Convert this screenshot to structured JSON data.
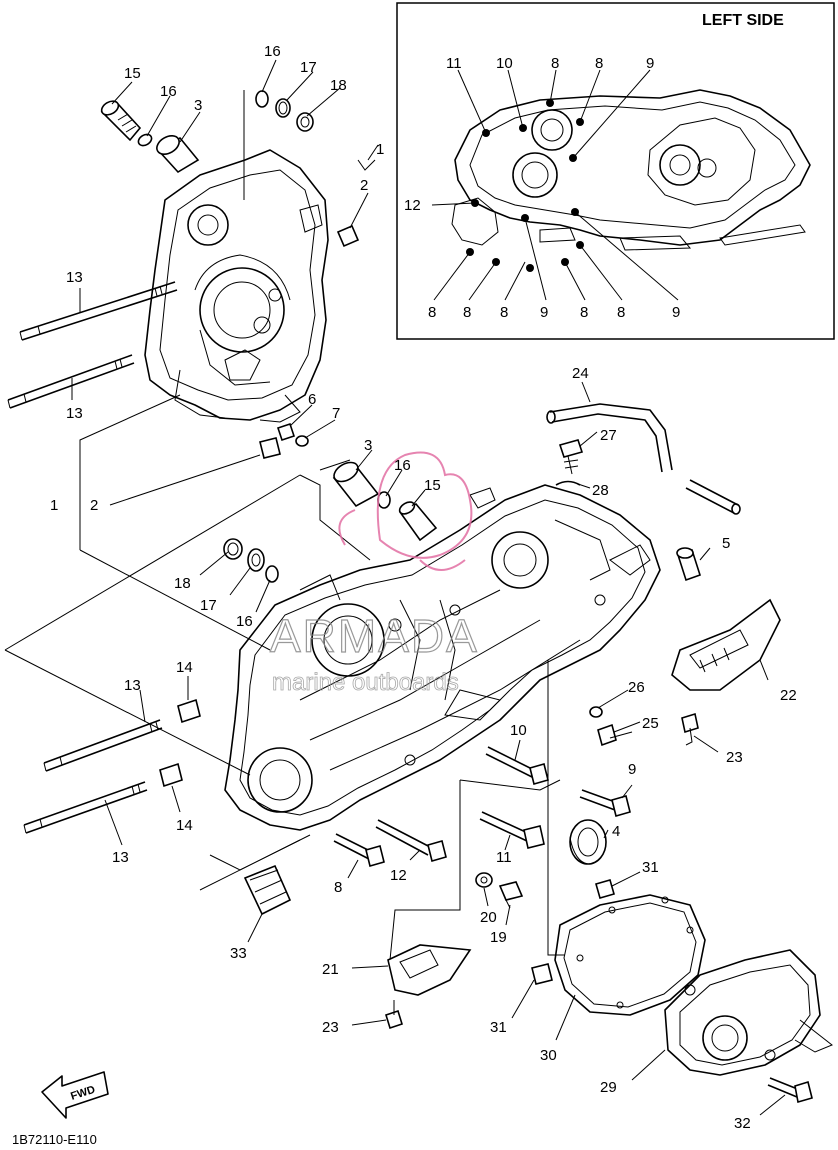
{
  "inset": {
    "title": "LEFT SIDE"
  },
  "inset_labels": {
    "top": [
      "11",
      "10",
      "8",
      "8",
      "9"
    ],
    "left": "12",
    "bottom": [
      "8",
      "8",
      "8",
      "9",
      "8",
      "8",
      "9"
    ]
  },
  "callouts": [
    "15",
    "16",
    "3",
    "16",
    "17",
    "18",
    "1",
    "2",
    "13",
    "13",
    "6",
    "7",
    "1",
    "2",
    "3",
    "16",
    "15",
    "24",
    "27",
    "28",
    "5",
    "18",
    "17",
    "16",
    "22",
    "14",
    "13",
    "26",
    "25",
    "23",
    "10",
    "9",
    "14",
    "13",
    "4",
    "11",
    "12",
    "8",
    "31",
    "20",
    "19",
    "33",
    "21",
    "23",
    "31",
    "30",
    "29",
    "32"
  ],
  "watermark": {
    "brand": "ARMADA",
    "subtitle": "marine outboards"
  },
  "direction_label": "FWD",
  "diagram_code": "1B72110-E110"
}
